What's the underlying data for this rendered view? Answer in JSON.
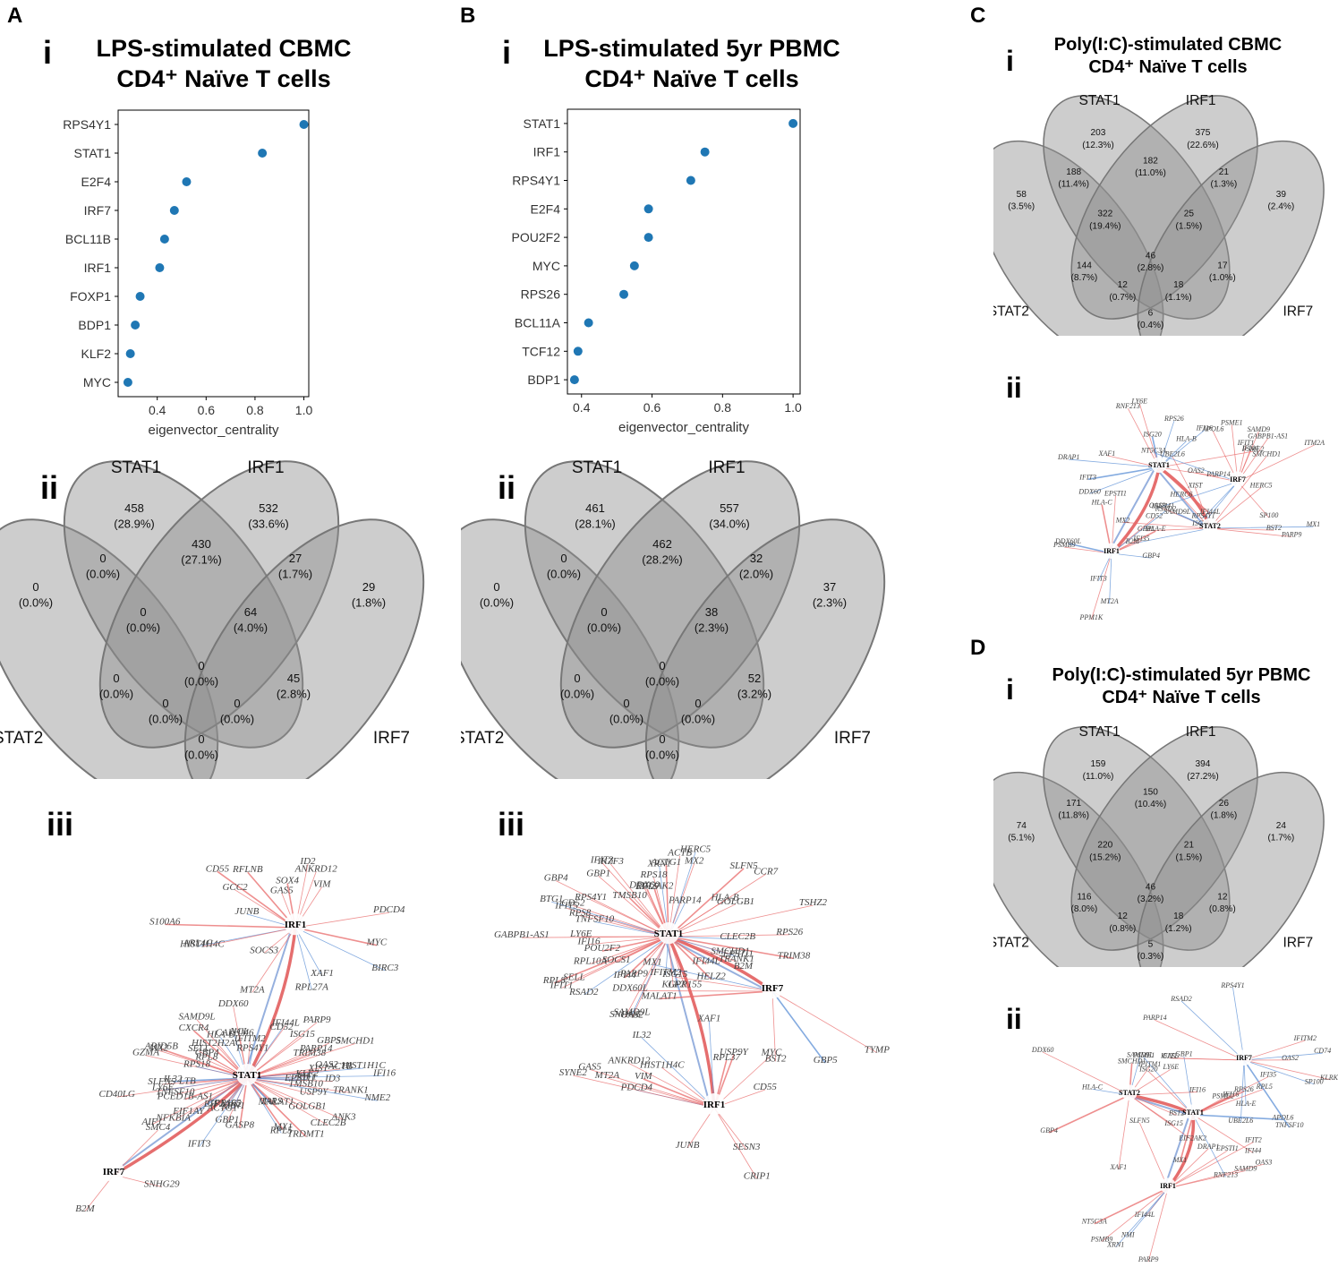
{
  "panels": {
    "A": {
      "letter": "A",
      "title_line1": "LPS-stimulated CBMC",
      "title_line2": "CD4⁺ Naïve T cells",
      "sub_i": "i",
      "sub_ii": "ii",
      "sub_iii": "iii"
    },
    "B": {
      "letter": "B",
      "title_line1": "LPS-stimulated 5yr PBMC",
      "title_line2": "CD4⁺ Naïve T cells",
      "sub_i": "i",
      "sub_ii": "ii",
      "sub_iii": "iii"
    },
    "C": {
      "letter": "C",
      "title_line1": "Poly(I:C)-stimulated CBMC",
      "title_line2": "CD4⁺ Naïve T cells",
      "sub_i": "i",
      "sub_ii": "ii"
    },
    "D": {
      "letter": "D",
      "title_line1": "Poly(I:C)-stimulated 5yr PBMC",
      "title_line2": "CD4⁺ Naïve T cells",
      "sub_i": "i",
      "sub_ii": "ii"
    }
  },
  "chart_data": [
    {
      "id": "A_i",
      "type": "scatter",
      "xlabel": "eigenvector_centrality",
      "xlim": [
        0.24,
        1.02
      ],
      "xticks": [
        0.4,
        0.6,
        0.8,
        1.0
      ],
      "tick_labels": [
        "0.4",
        "0.6",
        "0.8",
        "1.0"
      ],
      "categories": [
        "RPS4Y1",
        "STAT1",
        "E2F4",
        "IRF7",
        "BCL11B",
        "IRF1",
        "FOXP1",
        "BDP1",
        "KLF2",
        "MYC"
      ],
      "values": [
        1.0,
        0.83,
        0.52,
        0.47,
        0.43,
        0.41,
        0.33,
        0.31,
        0.29,
        0.28
      ],
      "color": "#1f77b4"
    },
    {
      "id": "B_i",
      "type": "scatter",
      "xlabel": "eigenvector_centrality",
      "xlim": [
        0.36,
        1.02
      ],
      "xticks": [
        0.4,
        0.6,
        0.8,
        1.0
      ],
      "tick_labels": [
        "0.4",
        "0.6",
        "0.8",
        "1.0"
      ],
      "categories": [
        "STAT1",
        "IRF1",
        "RPS4Y1",
        "E2F4",
        "POU2F2",
        "MYC",
        "RPS26",
        "BCL11A",
        "TCF12",
        "BDP1"
      ],
      "values": [
        1.0,
        0.75,
        0.71,
        0.59,
        0.59,
        0.55,
        0.52,
        0.42,
        0.39,
        0.38
      ],
      "color": "#1f77b4"
    },
    {
      "id": "A_ii",
      "type": "venn",
      "sets": [
        "STAT1",
        "IRF1",
        "STAT2",
        "IRF7"
      ],
      "regions": [
        {
          "count": "458",
          "pct": "(28.9%)"
        },
        {
          "count": "532",
          "pct": "(33.6%)"
        },
        {
          "count": "0",
          "pct": "(0.0%)"
        },
        {
          "count": "430",
          "pct": "(27.1%)"
        },
        {
          "count": "27",
          "pct": "(1.7%)"
        },
        {
          "count": "0",
          "pct": "(0.0%)"
        },
        {
          "count": "29",
          "pct": "(1.8%)"
        },
        {
          "count": "0",
          "pct": "(0.0%)"
        },
        {
          "count": "64",
          "pct": "(4.0%)"
        },
        {
          "count": "0",
          "pct": "(0.0%)"
        },
        {
          "count": "0",
          "pct": "(0.0%)"
        },
        {
          "count": "45",
          "pct": "(2.8%)"
        },
        {
          "count": "0",
          "pct": "(0.0%)"
        },
        {
          "count": "0",
          "pct": "(0.0%)"
        },
        {
          "count": "0",
          "pct": "(0.0%)"
        }
      ]
    },
    {
      "id": "B_ii",
      "type": "venn",
      "sets": [
        "STAT1",
        "IRF1",
        "STAT2",
        "IRF7"
      ],
      "regions": [
        {
          "count": "461",
          "pct": "(28.1%)"
        },
        {
          "count": "557",
          "pct": "(34.0%)"
        },
        {
          "count": "0",
          "pct": "(0.0%)"
        },
        {
          "count": "462",
          "pct": "(28.2%)"
        },
        {
          "count": "32",
          "pct": "(2.0%)"
        },
        {
          "count": "0",
          "pct": "(0.0%)"
        },
        {
          "count": "37",
          "pct": "(2.3%)"
        },
        {
          "count": "0",
          "pct": "(0.0%)"
        },
        {
          "count": "38",
          "pct": "(2.3%)"
        },
        {
          "count": "0",
          "pct": "(0.0%)"
        },
        {
          "count": "0",
          "pct": "(0.0%)"
        },
        {
          "count": "52",
          "pct": "(3.2%)"
        },
        {
          "count": "0",
          "pct": "(0.0%)"
        },
        {
          "count": "0",
          "pct": "(0.0%)"
        },
        {
          "count": "0",
          "pct": "(0.0%)"
        }
      ]
    },
    {
      "id": "C_i",
      "type": "venn",
      "sets": [
        "STAT1",
        "IRF1",
        "STAT2",
        "IRF7"
      ],
      "regions": [
        {
          "count": "203",
          "pct": "(12.3%)"
        },
        {
          "count": "375",
          "pct": "(22.6%)"
        },
        {
          "count": "58",
          "pct": "(3.5%)"
        },
        {
          "count": "182",
          "pct": "(11.0%)"
        },
        {
          "count": "21",
          "pct": "(1.3%)"
        },
        {
          "count": "188",
          "pct": "(11.4%)"
        },
        {
          "count": "39",
          "pct": "(2.4%)"
        },
        {
          "count": "322",
          "pct": "(19.4%)"
        },
        {
          "count": "25",
          "pct": "(1.5%)"
        },
        {
          "count": "46",
          "pct": "(2.8%)"
        },
        {
          "count": "144",
          "pct": "(8.7%)"
        },
        {
          "count": "17",
          "pct": "(1.0%)"
        },
        {
          "count": "12",
          "pct": "(0.7%)"
        },
        {
          "count": "18",
          "pct": "(1.1%)"
        },
        {
          "count": "6",
          "pct": "(0.4%)"
        }
      ]
    },
    {
      "id": "D_i",
      "type": "venn",
      "sets": [
        "STAT1",
        "IRF1",
        "STAT2",
        "IRF7"
      ],
      "regions": [
        {
          "count": "159",
          "pct": "(11.0%)"
        },
        {
          "count": "394",
          "pct": "(27.2%)"
        },
        {
          "count": "74",
          "pct": "(5.1%)"
        },
        {
          "count": "150",
          "pct": "(10.4%)"
        },
        {
          "count": "26",
          "pct": "(1.8%)"
        },
        {
          "count": "171",
          "pct": "(11.8%)"
        },
        {
          "count": "24",
          "pct": "(1.7%)"
        },
        {
          "count": "220",
          "pct": "(15.2%)"
        },
        {
          "count": "21",
          "pct": "(1.5%)"
        },
        {
          "count": "46",
          "pct": "(3.2%)"
        },
        {
          "count": "116",
          "pct": "(8.0%)"
        },
        {
          "count": "12",
          "pct": "(0.8%)"
        },
        {
          "count": "12",
          "pct": "(0.8%)"
        },
        {
          "count": "18",
          "pct": "(1.2%)"
        },
        {
          "count": "5",
          "pct": "(0.3%)"
        }
      ]
    }
  ],
  "networks": {
    "A_iii": {
      "hubs": [
        "IRF1",
        "STAT1",
        "IRF7"
      ],
      "genes": [
        "CD55",
        "RPL27A",
        "VIM",
        "PDCD4",
        "ARL4C",
        "BIRC3",
        "HIST1H4C",
        "SOX4",
        "MYC",
        "ANKRD12",
        "ID2",
        "MT2A",
        "GCC2",
        "XAF1",
        "S100A6",
        "RFLNB",
        "GAS5",
        "SOCS3",
        "JUNB",
        "ACTB",
        "LTB",
        "KLF2",
        "GBP4",
        "GZMA",
        "ARID5B",
        "NFKBIA",
        "GBP1",
        "TMSB10",
        "PARP9",
        "IFIT3",
        "ID3",
        "CALHM6",
        "XRN1",
        "MALAT1",
        "SAMD9L",
        "PARP14",
        "TRDMT1",
        "AIF1",
        "CD52",
        "HLA-B",
        "IL32",
        "HIST2H2AC",
        "PCED1B-AS1",
        "CXCR4",
        "TARS",
        "XIST",
        "MX2",
        "HIST1H1C",
        "NME2",
        "SMCHD1",
        "DDX60",
        "EIF2AK2",
        "GPR155",
        "GOLGB1",
        "TNFSF10",
        "CD40LG",
        "IFI44L",
        "USP9Y",
        "RIF1",
        "LY6E",
        "GBP5",
        "SELL",
        "NCL",
        "RPS18",
        "IFI16",
        "ACTG1",
        "IFITM2",
        "RPS4Y1",
        "ISG15",
        "CLEC2B",
        "RPL8",
        "EPSTI1",
        "EIF1AY",
        "RPL5",
        "SLFN5",
        "ANK3",
        "MX1",
        "TRIM38",
        "TRANK1",
        "GASP8",
        "OAS2",
        "SMC4",
        "SNHG29",
        "B2M"
      ]
    },
    "B_iii": {
      "hubs": [
        "STAT1",
        "IRF7",
        "IRF1"
      ],
      "genes": [
        "TYMP",
        "CD52",
        "POU2F2",
        "SLFN5",
        "ACTB",
        "TSHZ2",
        "RPL8",
        "IKZF3",
        "XRN1",
        "MALAT1",
        "CLEC2B",
        "GABPB1-AS1",
        "ACTG1",
        "RPL10A",
        "GOLGB1",
        "CCR7",
        "TNFSF10",
        "IFIT5",
        "DDX60L",
        "B2M",
        "GPR155",
        "PARP9",
        "RPS18",
        "LY6E",
        "RPS26",
        "TRANK1",
        "SMCHD1",
        "GBP5",
        "HLA-B",
        "RPS4Y1",
        "RPS8",
        "RPL5",
        "HERC5",
        "PARP14",
        "SNHG6",
        "KLF2",
        "ISG15",
        "SAMD9L",
        "TMSB10",
        "IFI16",
        "RSAD2",
        "EIF2AK2",
        "IFITM2",
        "HELZ2",
        "EPSTI1",
        "MX1",
        "SOCS1",
        "SELL",
        "TRIM38",
        "IFIT3",
        "IFI44",
        "IFIT1",
        "DDX60",
        "BTG1",
        "BST2",
        "IFI44L",
        "MX2",
        "OAS2",
        "GBP1",
        "GBP4",
        "SESN3",
        "CD55",
        "XAF1",
        "VIM",
        "MT2A",
        "MYC",
        "CRIP1",
        "JUNB",
        "PDCD4",
        "HIST1H4C",
        "USP9Y",
        "GAS5",
        "ANKRD12",
        "IL32",
        "SYNE2",
        "RPL37"
      ]
    },
    "C_ii": {
      "hubs": [
        "STAT1",
        "IRF7",
        "STAT2",
        "IRF1"
      ],
      "genes": [
        "RNF213",
        "GABPB1-AS1",
        "UBE2L6",
        "CD52",
        "PSME2",
        "PSME1",
        "PARP9",
        "PPM1K",
        "HLA-B",
        "IFI44",
        "B2M",
        "HLA-C",
        "IFI16",
        "SP100",
        "MX1",
        "HLA-E",
        "PARP14",
        "ISG15",
        "IFITM1",
        "EPSTI1",
        "DDX60",
        "OAS2",
        "BST2",
        "IFI35",
        "IFIT3",
        "OAS3",
        "GBP1",
        "GBP4",
        "ISG20",
        "SAMD9",
        "HERC5",
        "PSMB9",
        "DRAP1",
        "APOL6",
        "MX2",
        "IFIT3",
        "IFI44L",
        "RPS4Y1",
        "SMCHD1",
        "RSAD2",
        "LY6E",
        "IFIT1",
        "SAMD9L",
        "MT2A",
        "RPS26",
        "ITM2A",
        "HERC6",
        "DDX60L",
        "XAF1",
        "NT5C3A",
        "XIST"
      ]
    },
    "D_ii": {
      "hubs": [
        "IRF7",
        "STAT2",
        "STAT1",
        "IRF1"
      ],
      "genes": [
        "HLA-E",
        "BST2",
        "RPL5",
        "IFIT2",
        "TNFSF10",
        "HLA-C",
        "ISG20",
        "EPSTI1",
        "CD74",
        "EIF2AK2",
        "IFI16",
        "OAS3",
        "OAS2",
        "LY6E",
        "IFI44",
        "SAMD9",
        "IFIT1",
        "ISG15",
        "PSME1",
        "NT5C3A",
        "RSAD2",
        "SMCHD1",
        "MX1",
        "XRN1",
        "IFITM2",
        "SAMD9L",
        "IFI35",
        "DRAP1",
        "PARP14",
        "IFI16",
        "RNF213",
        "IFI44L",
        "UBE2L6",
        "DDX60",
        "GBP1",
        "PSMB9",
        "RPS4Y1",
        "GBP4",
        "APOL6",
        "PARP9",
        "SP100",
        "IFITM1",
        "PSME2",
        "NMI",
        "GAS5",
        "XAF1",
        "RPS26",
        "SLFN5",
        "KLRK1"
      ]
    }
  }
}
